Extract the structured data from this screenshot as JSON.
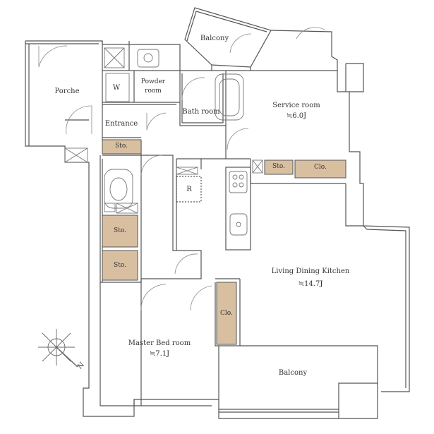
{
  "rooms": {
    "balcony_top": "Balcony",
    "porch": "Porche",
    "w": "W",
    "powder_room": "Powder\nroom",
    "bath_room": "Bath room",
    "entrance": "Entrance",
    "service_room": "Service room",
    "service_room_size": "≒6.0J",
    "sto_entrance": "Sto.",
    "sto_kitchen": "Sto.",
    "clo_kitchen": "Clo.",
    "r": "R",
    "sto_mid": "Sto.",
    "sto_lower": "Sto.",
    "ldk": "Living Dining Kitchen",
    "ldk_size": "≒14.7J",
    "clo_master": "Clo.",
    "master_bedroom": "Master Bed room",
    "master_bedroom_size": "≒7.1J",
    "balcony_bottom": "Balcony"
  },
  "compass": {
    "label": "N"
  },
  "colors": {
    "wall": "#555555",
    "storage": "#d8bfa0",
    "line": "#666666"
  }
}
